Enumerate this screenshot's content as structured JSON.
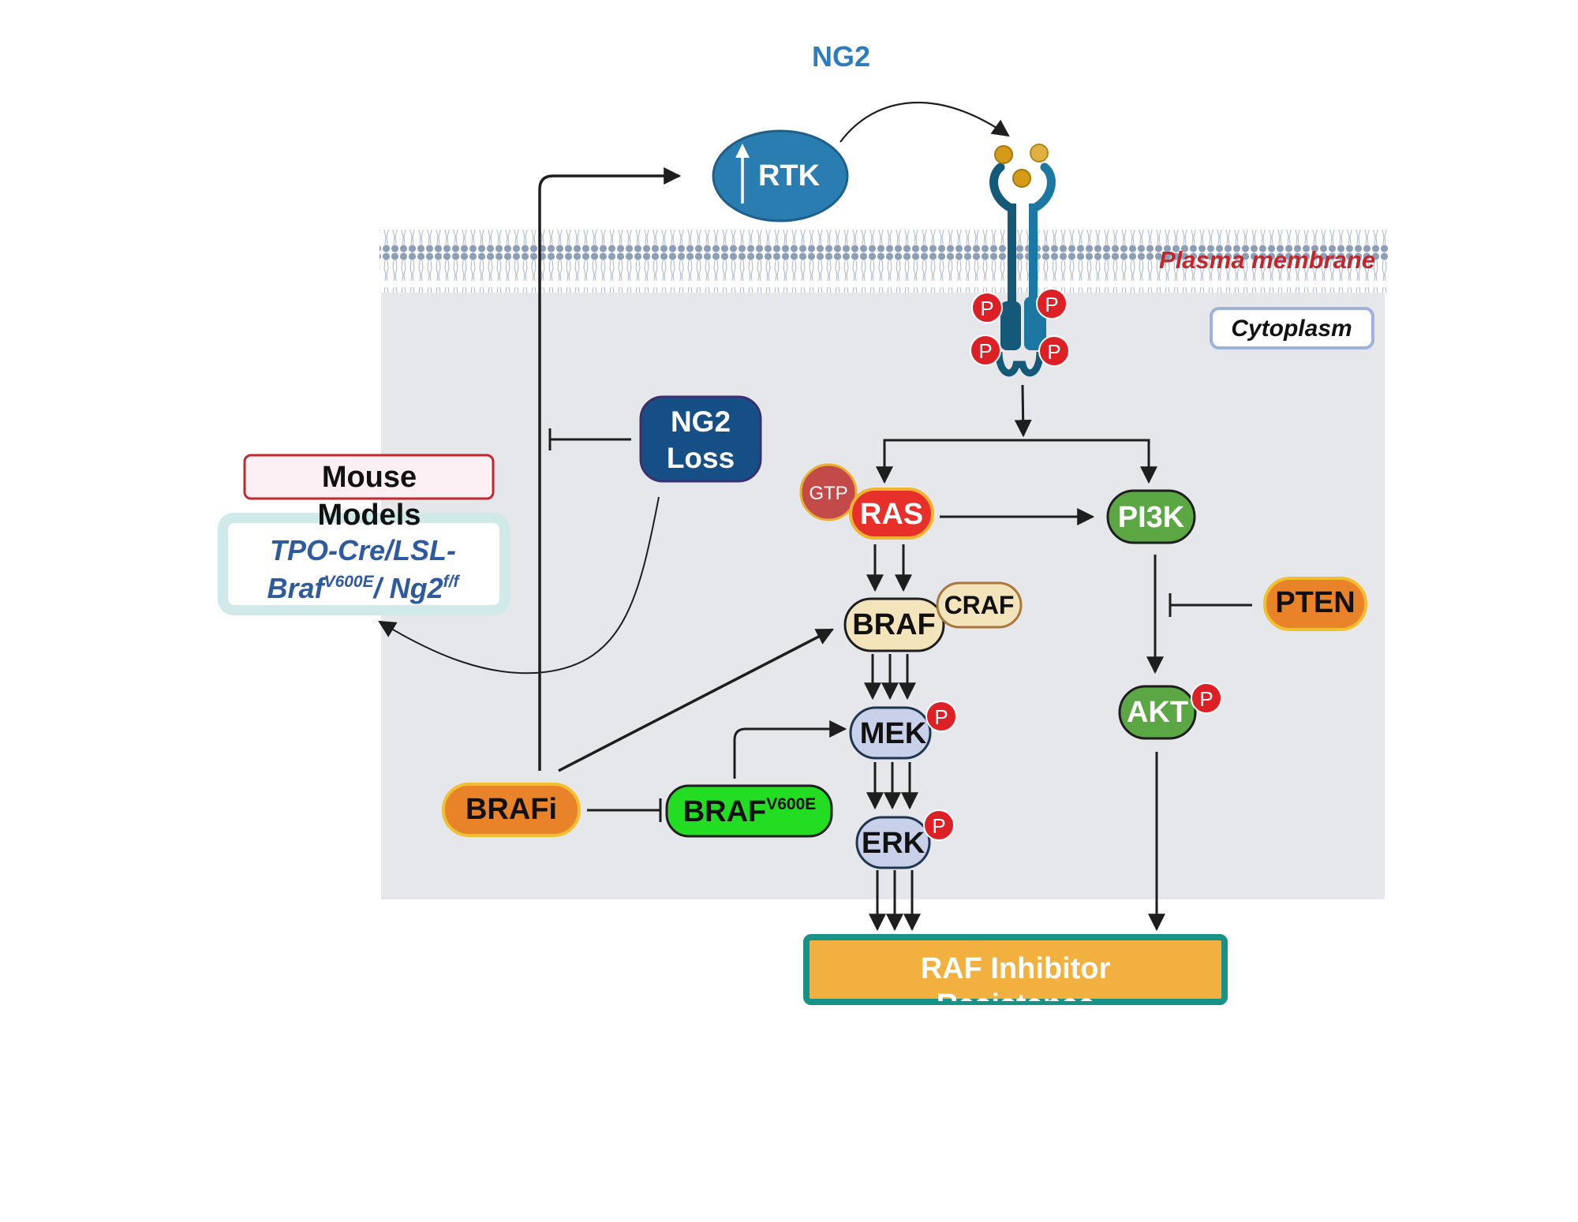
{
  "title": "NG2",
  "membrane_label": "Plasma membrane",
  "cytoplasm_label": "Cytoplasm",
  "nodes": {
    "rtk": "RTK",
    "ng2_loss_line1": "NG2",
    "ng2_loss_line2": "Loss",
    "gtp": "GTP",
    "ras": "RAS",
    "pi3k": "PI3K",
    "braf": "BRAF",
    "craf": "CRAF",
    "pten": "PTEN",
    "mek": "MEK",
    "akt": "AKT",
    "erk": "ERK",
    "brafi": "BRAFi",
    "braf_v600e": "BRAF",
    "braf_v600e_sup": "V600E",
    "phospho": "P"
  },
  "mouse_models": {
    "header_line1": "Mouse",
    "header_line2": "Models",
    "line1": "TPO-Cre/LSL-",
    "line2_a": "Braf",
    "line2_sup_a": "V600E",
    "line2_b": "/ Ng2",
    "line2_sup_b": "f/f"
  },
  "outcome": {
    "line1": "RAF Inhibitor",
    "line2": "Resistance"
  },
  "colors": {
    "title_blue": "#2e7cc0",
    "membrane_red": "#c0282d",
    "cytoplasm_bg": "#e6e7ea",
    "ras_red": "#e8302a",
    "pi3k_green": "#5aa744",
    "braf_tan": "#f4e4bc",
    "pten_orange": "#e8832a",
    "mek_lavender": "#c9d0ea",
    "brafi_orange": "#e8832a",
    "braf_v600e_green": "#22dd22",
    "ng2_loss_navy": "#164e86",
    "rtk_blue": "#2a7db0",
    "outcome_fill": "#f2b13e",
    "outcome_border": "#169286",
    "phospho_red": "#dd2025"
  }
}
